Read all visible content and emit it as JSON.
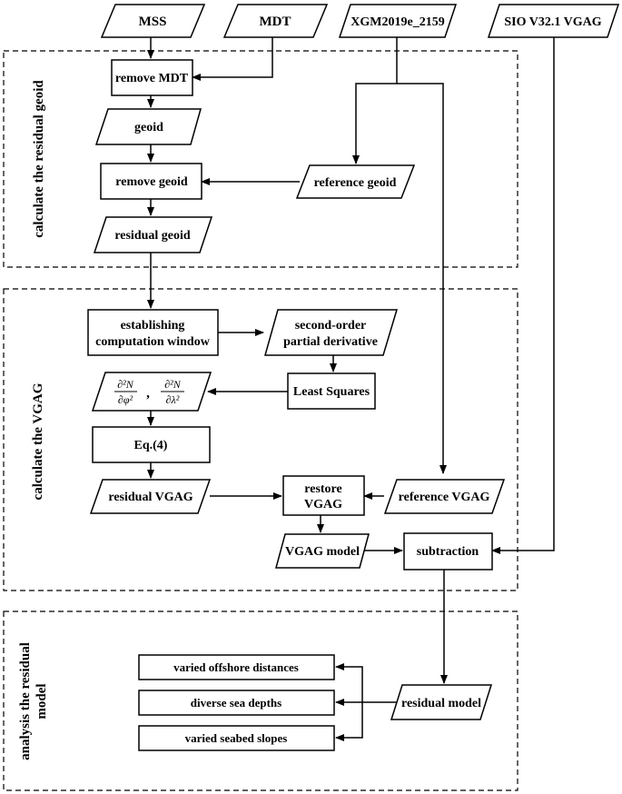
{
  "inputs": {
    "mss": "MSS",
    "mdt": "MDT",
    "xgm": "XGM2019e_2159",
    "sio": "SIO V32.1 VGAG"
  },
  "groups": {
    "residual_geoid": "calculate the residual geoid",
    "vgag": "calculate the  VGAG",
    "analysis_line1": "analysis the residual",
    "analysis_line2": "model"
  },
  "nodes": {
    "remove_mdt": "remove MDT",
    "geoid": "geoid",
    "remove_geoid": "remove geoid",
    "reference_geoid": "reference geoid",
    "residual_geoid": "residual geoid",
    "establishing_line1": "establishing",
    "establishing_line2": "computation window",
    "second_order_line1": "second-order",
    "second_order_line2": "partial derivative",
    "least_squares": "Least Squares",
    "derivatives": {
      "d1_num": "∂²N",
      "d1_den": "∂φ²",
      "separator": ",",
      "d2_num": "∂²N",
      "d2_den": "∂λ²"
    },
    "eq4": "Eq.(4)",
    "residual_vgag": "residual VGAG",
    "restore_line1": "restore",
    "restore_line2": "VGAG",
    "reference_vgag": "reference VGAG",
    "vgag_model": "VGAG model",
    "subtraction": "subtraction",
    "residual_model": "residual model",
    "offshore": "varied offshore distances",
    "depths": "diverse sea depths",
    "slopes": "varied seabed slopes"
  }
}
